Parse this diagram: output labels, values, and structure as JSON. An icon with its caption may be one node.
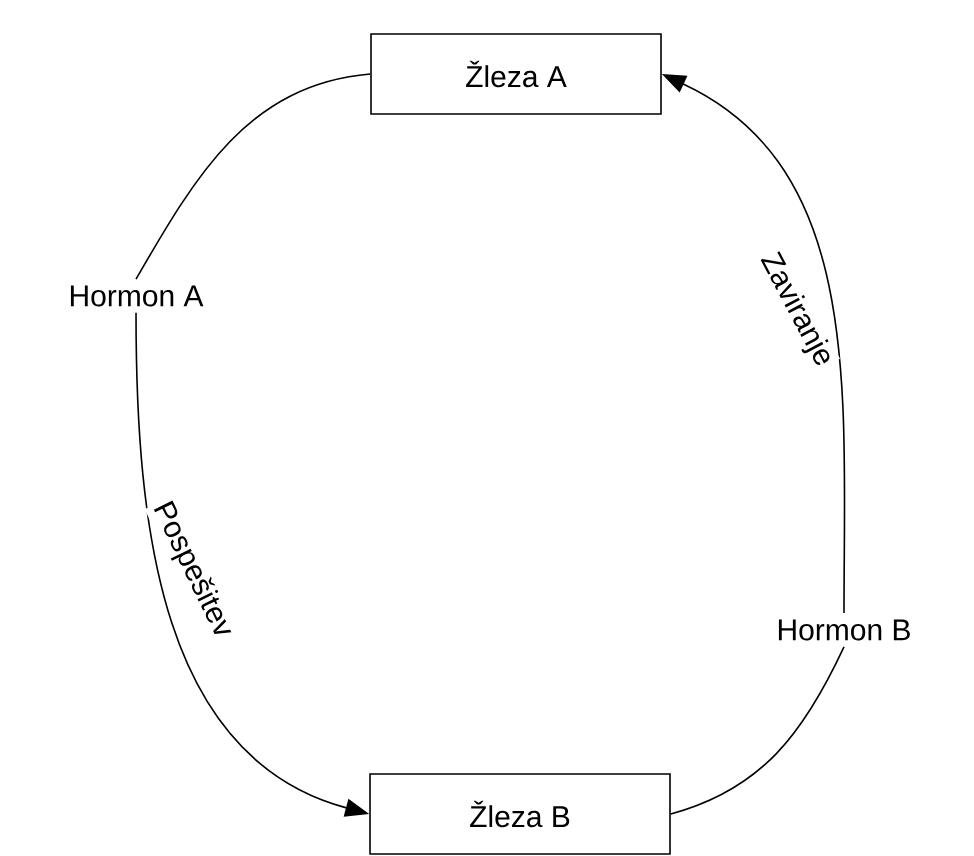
{
  "diagram": {
    "nodes": [
      {
        "text": [
          "Žleza A"
        ]
      },
      {
        "text": [
          "Hormon A"
        ]
      },
      {
        "text": [
          "Žleza B"
        ]
      },
      {
        "text": [
          "Hormon B"
        ]
      }
    ],
    "edges": [
      {
        "from": 0,
        "to": 1,
        "arrow": "none"
      },
      {
        "from": 1,
        "to": 2,
        "arrow": "to",
        "label": "Pospešitev"
      },
      {
        "from": 2,
        "to": 3,
        "arrow": "none"
      },
      {
        "from": 3,
        "to": 0,
        "arrow": "to",
        "label": "Zaviranje"
      }
    ]
  }
}
